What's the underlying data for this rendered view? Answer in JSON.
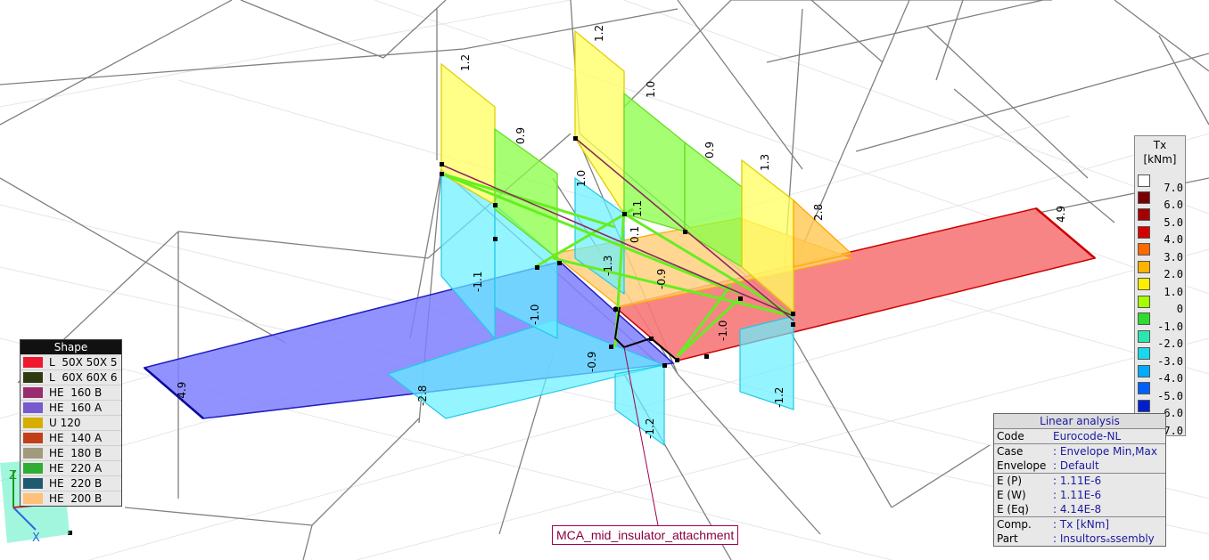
{
  "shape_legend": {
    "title": "Shape",
    "items": [
      {
        "label": "L  50X 50X 5",
        "color": "#f0182e"
      },
      {
        "label": "L  60X 60X 6",
        "color": "#2f3a12"
      },
      {
        "label": "HE  160 B",
        "color": "#9b2b6f"
      },
      {
        "label": "HE  160 A",
        "color": "#7759d0"
      },
      {
        "label": "U 120",
        "color": "#d6ae00"
      },
      {
        "label": "HE  140 A",
        "color": "#c1401a"
      },
      {
        "label": "HE  180 B",
        "color": "#a19a7c"
      },
      {
        "label": "HE  220 A",
        "color": "#2fae33"
      },
      {
        "label": "HE  220 B",
        "color": "#1f5a70"
      },
      {
        "label": "HE  200 B",
        "color": "#ffc07a"
      }
    ]
  },
  "tx_scale": {
    "title": "Tx",
    "unit": "[kNm]",
    "levels": [
      {
        "value": "7.0",
        "color": "#7a0000"
      },
      {
        "value": "6.0",
        "color": "#a30000"
      },
      {
        "value": "5.0",
        "color": "#d40000"
      },
      {
        "value": "4.0",
        "color": "#ff6a00"
      },
      {
        "value": "3.0",
        "color": "#ffb300"
      },
      {
        "value": "2.0",
        "color": "#ffee00"
      },
      {
        "value": "1.0",
        "color": "#a6ff00"
      },
      {
        "value": "0",
        "color": "#2edc2e"
      },
      {
        "value": "-1.0",
        "color": "#28e8b0"
      },
      {
        "value": "-2.0",
        "color": "#18d8f0"
      },
      {
        "value": "-3.0",
        "color": "#00aaff"
      },
      {
        "value": "-4.0",
        "color": "#0060ff"
      },
      {
        "value": "-5.0",
        "color": "#0020d0"
      },
      {
        "value": "-6.0",
        "color": "#001090"
      },
      {
        "value": "-7.0",
        "color": "#000a50"
      }
    ]
  },
  "info_panel": {
    "title": "Linear analysis",
    "rows": [
      {
        "key": "Code",
        "value": "Eurocode-NL"
      },
      {
        "key": "Case",
        "value": ": Envelope Min,Max"
      },
      {
        "key": "Envelope",
        "value": ": Default"
      },
      {
        "key": "E (P)",
        "value": ": 1.11E-6"
      },
      {
        "key": "E (W)",
        "value": ": 1.11E-6"
      },
      {
        "key": "E (Eq)",
        "value": ": 4.14E-8"
      },
      {
        "key": "Comp.",
        "value": ": Tx [kNm]"
      },
      {
        "key": "Part",
        "value": ": Insultorsₐssembly"
      }
    ]
  },
  "callout": "MCA_mid_insulator_attachment",
  "axis": {
    "z": "Z",
    "x": "X"
  },
  "values": {
    "v_1_2_a": "1.2",
    "v_1_2_b": "1.2",
    "v_1_0_a": "1.0",
    "v_0_9_a": "0.9",
    "v_0_9_b": "0.9",
    "v_1_3": "1.3",
    "v_1_0_b": "1.0",
    "v_1_1": "1.1",
    "v_0_1": "0.1",
    "v_2_8": "2.8",
    "v_4_9": "4.9",
    "v_m1_1": "-1.1",
    "v_m1_3": "-1.3",
    "v_m0_9_a": "-0.9",
    "v_m1_0_a": "-1.0",
    "v_m1_0_b": "-1.0",
    "v_m0_9_b": "-0.9",
    "v_m1_2_a": "-1.2",
    "v_m1_2_b": "-1.2",
    "v_m2_8": "-2.8",
    "v_m4_9": "-4.9"
  }
}
